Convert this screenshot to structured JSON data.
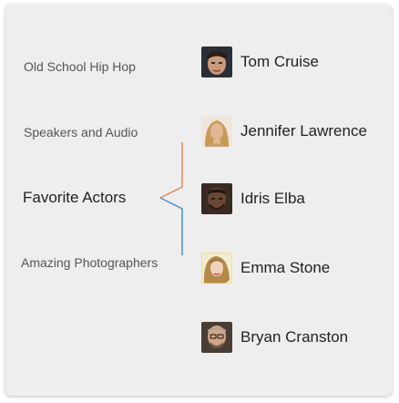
{
  "categories": [
    {
      "label": "Old School Hip Hop",
      "active": false
    },
    {
      "label": "Speakers and Audio",
      "active": false
    },
    {
      "label": "Favorite Actors",
      "active": true
    },
    {
      "label": "Amazing Photographers",
      "active": false
    }
  ],
  "people": [
    {
      "name": "Tom Cruise",
      "avatar": "tom-cruise-avatar"
    },
    {
      "name": "Jennifer Lawrence",
      "avatar": "jennifer-lawrence-avatar"
    },
    {
      "name": "Idris Elba",
      "avatar": "idris-elba-avatar"
    },
    {
      "name": "Emma Stone",
      "avatar": "emma-stone-avatar"
    },
    {
      "name": "Bryan Cranston",
      "avatar": "bryan-cranston-avatar"
    }
  ],
  "colors": {
    "background": "#eeeeee",
    "connector_top": "#e08a5a",
    "connector_bottom": "#4a8fc8",
    "text_active": "#222222",
    "text_inactive": "#555555"
  }
}
